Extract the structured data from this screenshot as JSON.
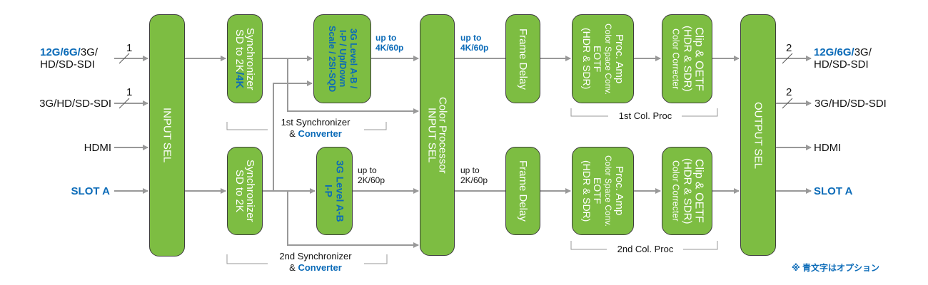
{
  "colors": {
    "block_fill": "#7dbd42",
    "block_border": "#3d3d3d",
    "option_blue": "#0b6bb8",
    "line": "#999999"
  },
  "inputs": [
    {
      "optional_part": "12G/6G/",
      "standard_part": "3G/",
      "line2": "HD/SD-SDI",
      "count": "1"
    },
    {
      "standard_part": "3G/HD/SD-SDI",
      "count": "1"
    },
    {
      "standard_part": "HDMI"
    },
    {
      "optional_part": "SLOT A"
    }
  ],
  "outputs": [
    {
      "optional_part": "12G/6G/",
      "standard_part": "3G/",
      "line2": "HD/SD-SDI",
      "count": "2"
    },
    {
      "standard_part": "3G/HD/SD-SDI",
      "count": "2"
    },
    {
      "standard_part": "HDMI"
    },
    {
      "optional_part": "SLOT A"
    }
  ],
  "blocks": {
    "input_sel": "INPUT SEL",
    "sync1": {
      "line1": "Synchronizer",
      "line2_std": "SD to 2K",
      "line2_opt": "/4K"
    },
    "sync2": {
      "line1": "Synchronizer",
      "line2": "SD to 2K"
    },
    "conv1": {
      "lines": "3G Level A-B /\nI-P / Up/Down\nScale / 2SI-SQD"
    },
    "conv2": {
      "lines": "3G Level A-B\nI-P"
    },
    "color_proc_sel": {
      "line1": "Color Processor",
      "line2": "INPUT SEL"
    },
    "frame_delay_1": "Frame Delay",
    "frame_delay_2": "Frame Delay",
    "proc_amp_1": {
      "line1": "Proc. Amp",
      "line2": "Color Space Conv.",
      "line3": "EOTF",
      "line4": "(HDR & SDR)"
    },
    "proc_amp_2": {
      "line1": "Proc. Amp",
      "line2": "Color Space Conv.",
      "line3": "EOTF",
      "line4": "(HDR & SDR)"
    },
    "clip_oetf_1": {
      "line1": "Clip & OETF",
      "line2": "(HDR & SDR)",
      "line3": "Color Correcter"
    },
    "clip_oetf_2": {
      "line1": "Clip & OETF",
      "line2": "(HDR & SDR)",
      "line3": "Color Correcter"
    },
    "output_sel": "OUTPUT SEL"
  },
  "rates": {
    "conv1_out": "up to\n4K/60p",
    "cp_out_1": "up to\n4K/60p",
    "conv2_out": "up to\n2K/60p",
    "cp_out_2": "up to\n2K/60p"
  },
  "groups": {
    "sync_conv_1": {
      "prefix": "1st Synchronizer",
      "amp": "& ",
      "opt": "Converter"
    },
    "sync_conv_2": {
      "prefix": "2nd Synchronizer",
      "amp": "& ",
      "opt": "Converter"
    },
    "col_proc_1": "1st Col. Proc",
    "col_proc_2": "2nd Col. Proc"
  },
  "note": "※ 青文字はオプション"
}
